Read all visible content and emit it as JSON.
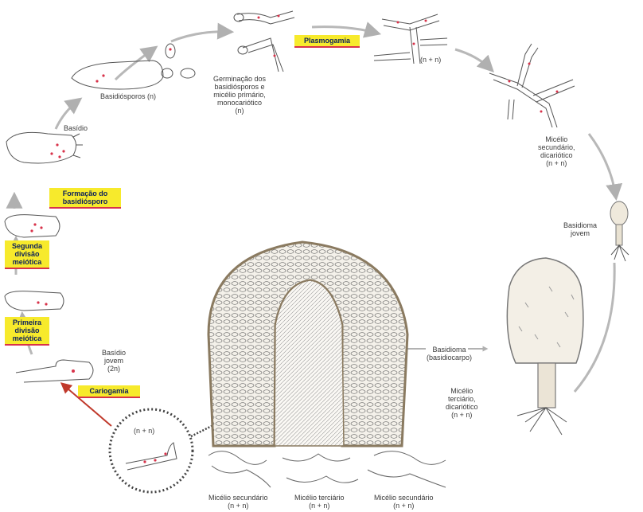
{
  "labels": {
    "basidiosporos": [
      "Basidiósporos (n)"
    ],
    "germinacao": [
      "Germinação dos",
      "basidiósporos e",
      "micélio primário,",
      "monocariótico",
      "(n)"
    ],
    "plasmogamia_n": [
      "(n + n)"
    ],
    "micelio_secundario_top": [
      "Micélio",
      "secundário,",
      "dicariótico",
      "(n + n)"
    ],
    "basidio": [
      "Basídio"
    ],
    "basidioma_jovem": [
      "Basidioma",
      "jovem"
    ],
    "basidio_jovem": [
      "Basídio",
      "jovem",
      "(2n)"
    ],
    "basidioma": [
      "Basidioma",
      "(basidiocarpo)"
    ],
    "micelio_terciario_right": [
      "Micélio",
      "terciário,",
      "dicariótico",
      "(n + n)"
    ],
    "inset_n": [
      "(n + n)"
    ],
    "bottom_sec_left": [
      "Micélio secundário",
      "(n + n)"
    ],
    "bottom_terc": [
      "Micélio terciário",
      "(n + n)"
    ],
    "bottom_sec_right": [
      "Micélio secundário",
      "(n + n)"
    ]
  },
  "boxes": {
    "plasmogamia": [
      "Plasmogamia"
    ],
    "formacao": [
      "Formação do",
      "basidiósporo"
    ],
    "segunda": [
      "Segunda",
      "divisão",
      "meiótica"
    ],
    "primeira": [
      "Primeira",
      "divisão",
      "meiótica"
    ],
    "cariogamia": [
      "Cariogamia"
    ]
  },
  "colors": {
    "highlight": "#f7ea2c",
    "underline": "#d8324a",
    "box_text": "#0a1f5c",
    "arrow": "#b8b8b8",
    "nucleus": "#d8324a"
  }
}
